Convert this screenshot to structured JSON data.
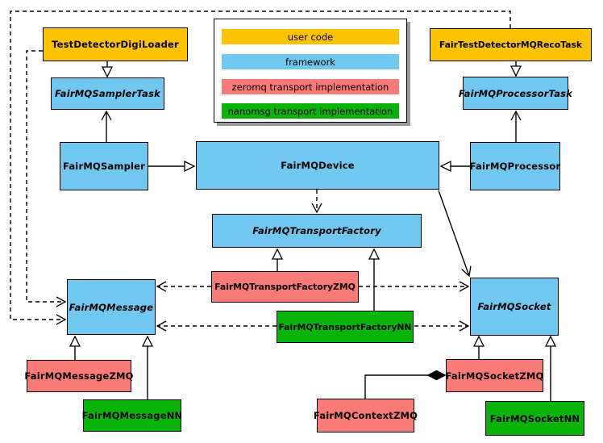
{
  "colors": {
    "user_code": "#fdc300",
    "framework": "#70c8f0",
    "zeromq": "#fa7a78",
    "nanomsg": "#08b408",
    "line": "#000000"
  },
  "legend": {
    "items": [
      {
        "label": "user code",
        "category": "user_code"
      },
      {
        "label": "framework",
        "category": "framework"
      },
      {
        "label": "zeromq transport implementation",
        "category": "zeromq"
      },
      {
        "label": "nanomsg transport implementation",
        "category": "nanomsg"
      }
    ]
  },
  "nodes": {
    "digi_loader": {
      "label": "TestDetectorDigiLoader",
      "category": "user_code",
      "abstract": false
    },
    "reco_task": {
      "label": "FairTestDetectorMQRecoTask",
      "category": "user_code",
      "abstract": false
    },
    "sampler_task": {
      "label": "FairMQSamplerTask",
      "category": "framework",
      "abstract": true
    },
    "processor_task": {
      "label": "FairMQProcessorTask",
      "category": "framework",
      "abstract": true
    },
    "sampler": {
      "label": "FairMQSampler",
      "category": "framework",
      "abstract": false
    },
    "device": {
      "label": "FairMQDevice",
      "category": "framework",
      "abstract": false
    },
    "processor": {
      "label": "FairMQProcessor",
      "category": "framework",
      "abstract": false
    },
    "transport_factory": {
      "label": "FairMQTransportFactory",
      "category": "framework",
      "abstract": true
    },
    "tf_zmq": {
      "label": "FairMQTransportFactoryZMQ",
      "category": "zeromq",
      "abstract": false
    },
    "tf_nn": {
      "label": "FairMQTransportFactoryNN",
      "category": "nanomsg",
      "abstract": false
    },
    "message": {
      "label": "FairMQMessage",
      "category": "framework",
      "abstract": true
    },
    "socket": {
      "label": "FairMQSocket",
      "category": "framework",
      "abstract": true
    },
    "message_zmq": {
      "label": "FairMQMessageZMQ",
      "category": "zeromq",
      "abstract": false
    },
    "message_nn": {
      "label": "FairMQMessageNN",
      "category": "nanomsg",
      "abstract": false
    },
    "context_zmq": {
      "label": "FairMQContextZMQ",
      "category": "zeromq",
      "abstract": false
    },
    "socket_zmq": {
      "label": "FairMQSocketZMQ",
      "category": "zeromq",
      "abstract": false
    },
    "socket_nn": {
      "label": "FairMQSocketNN",
      "category": "nanomsg",
      "abstract": false
    }
  },
  "relations": [
    {
      "from": "TestDetectorDigiLoader",
      "to": "FairMQSamplerTask",
      "type": "inheritance"
    },
    {
      "from": "FairTestDetectorMQRecoTask",
      "to": "FairMQProcessorTask",
      "type": "inheritance"
    },
    {
      "from": "FairMQSampler",
      "to": "FairMQDevice",
      "type": "inheritance"
    },
    {
      "from": "FairMQProcessor",
      "to": "FairMQDevice",
      "type": "inheritance"
    },
    {
      "from": "FairMQSampler",
      "to": "FairMQSamplerTask",
      "type": "association"
    },
    {
      "from": "FairMQProcessor",
      "to": "FairMQProcessorTask",
      "type": "association"
    },
    {
      "from": "FairMQDevice",
      "to": "FairMQTransportFactory",
      "type": "dependency"
    },
    {
      "from": "FairMQDevice",
      "to": "FairMQSocket",
      "type": "association"
    },
    {
      "from": "TestDetectorDigiLoader",
      "to": "FairMQMessage",
      "type": "dependency"
    },
    {
      "from": "FairTestDetectorMQRecoTask",
      "to": "FairMQMessage",
      "type": "dependency"
    },
    {
      "from": "FairMQTransportFactoryZMQ",
      "to": "FairMQTransportFactory",
      "type": "inheritance"
    },
    {
      "from": "FairMQTransportFactoryNN",
      "to": "FairMQTransportFactory",
      "type": "inheritance"
    },
    {
      "from": "FairMQTransportFactoryZMQ",
      "to": "FairMQMessage",
      "type": "dependency"
    },
    {
      "from": "FairMQTransportFactoryZMQ",
      "to": "FairMQSocket",
      "type": "dependency"
    },
    {
      "from": "FairMQTransportFactoryNN",
      "to": "FairMQMessage",
      "type": "dependency"
    },
    {
      "from": "FairMQTransportFactoryNN",
      "to": "FairMQSocket",
      "type": "dependency"
    },
    {
      "from": "FairMQMessageZMQ",
      "to": "FairMQMessage",
      "type": "inheritance"
    },
    {
      "from": "FairMQMessageNN",
      "to": "FairMQMessage",
      "type": "inheritance"
    },
    {
      "from": "FairMQSocketZMQ",
      "to": "FairMQSocket",
      "type": "inheritance"
    },
    {
      "from": "FairMQSocketNN",
      "to": "FairMQSocket",
      "type": "inheritance"
    },
    {
      "from": "FairMQSocketZMQ",
      "to": "FairMQContextZMQ",
      "type": "composition"
    }
  ]
}
